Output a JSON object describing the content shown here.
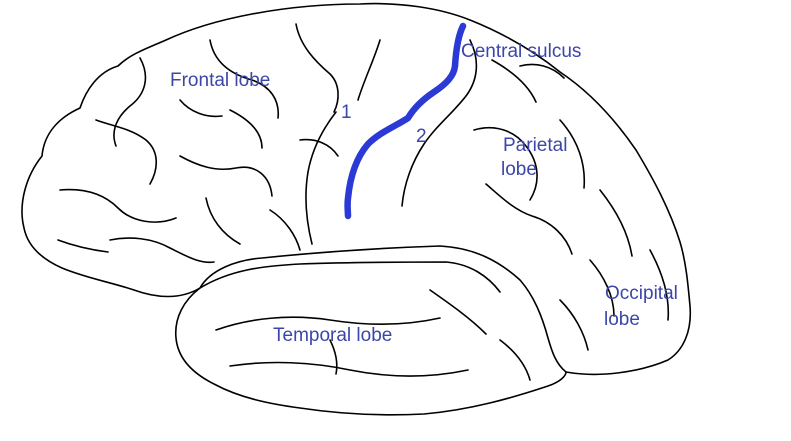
{
  "colors": {
    "background": "#ffffff",
    "outline": "#000000",
    "label": "#3c46a8",
    "highlight": "#2b3ad4"
  },
  "labels": {
    "frontal": "Frontal lobe",
    "central": "Central sulcus",
    "parietal_1": "Parietal",
    "parietal_2": "lobe",
    "occipital_1": "Occipital",
    "occipital_2": "lobe",
    "temporal": "Temporal lobe",
    "num_1": "1",
    "num_2": "2"
  }
}
